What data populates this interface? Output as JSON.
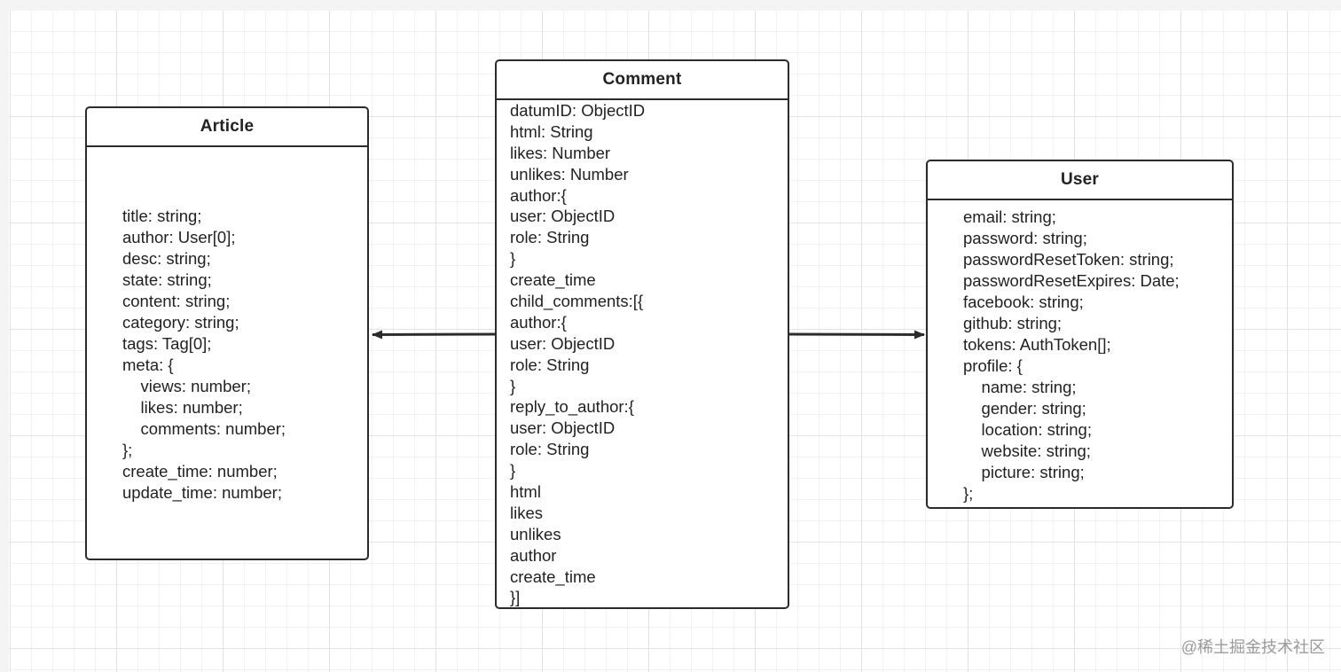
{
  "diagram": {
    "article": {
      "title": "Article",
      "fields": [
        "title: string;",
        "author: User[0];",
        "desc: string;",
        "state: string;",
        "content: string;",
        "category: string;",
        "tags: Tag[0];",
        "meta: {",
        "    views: number;",
        "    likes: number;",
        "    comments: number;",
        "};",
        "create_time: number;",
        "update_time: number;"
      ]
    },
    "comment": {
      "title": "Comment",
      "fields": [
        "datumID: ObjectID",
        "html: String",
        "likes: Number",
        "unlikes: Number",
        "author:{",
        "user: ObjectID",
        "role: String",
        "}",
        "create_time",
        "child_comments:[{",
        "author:{",
        "user: ObjectID",
        "role: String",
        "}",
        "reply_to_author:{",
        "user: ObjectID",
        "role: String",
        "}",
        "html",
        "likes",
        "unlikes",
        "author",
        "create_time",
        "}]"
      ]
    },
    "user": {
      "title": "User",
      "fields": [
        "email: string;",
        "password: string;",
        "passwordResetToken: string;",
        "passwordResetExpires: Date;",
        "facebook: string;",
        "github: string;",
        "tokens: AuthToken[];",
        "profile: {",
        "    name: string;",
        "    gender: string;",
        "    location: string;",
        "    website: string;",
        "    picture: string;",
        "};"
      ]
    },
    "connections": [
      {
        "from": "Comment",
        "to": "Article"
      },
      {
        "from": "Comment",
        "to": "User"
      }
    ],
    "line_color": "#2b2b2b"
  },
  "watermark": "@稀土掘金技术社区"
}
